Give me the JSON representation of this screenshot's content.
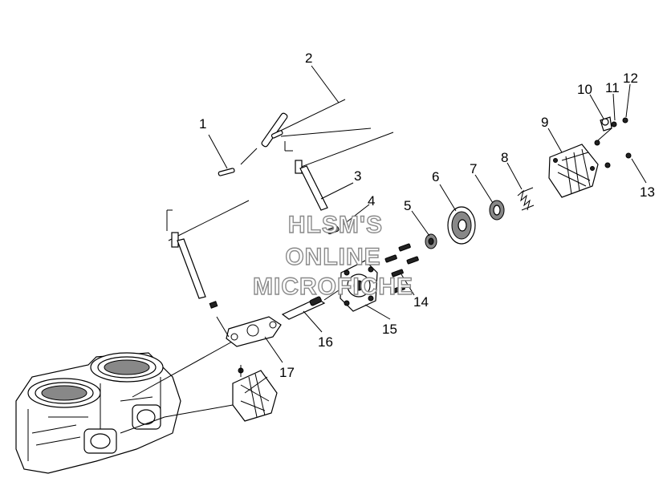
{
  "callouts": [
    "1",
    "2",
    "3",
    "4",
    "5",
    "6",
    "7",
    "8",
    "9",
    "10",
    "11",
    "12",
    "13",
    "14",
    "15",
    "16",
    "17"
  ],
  "watermark": [
    "HLSM'S",
    "ONLINE",
    "MICROFICHE"
  ],
  "colors": {
    "line": "#000000",
    "watermark_stroke": "#8a8a8a",
    "background": "#ffffff"
  }
}
